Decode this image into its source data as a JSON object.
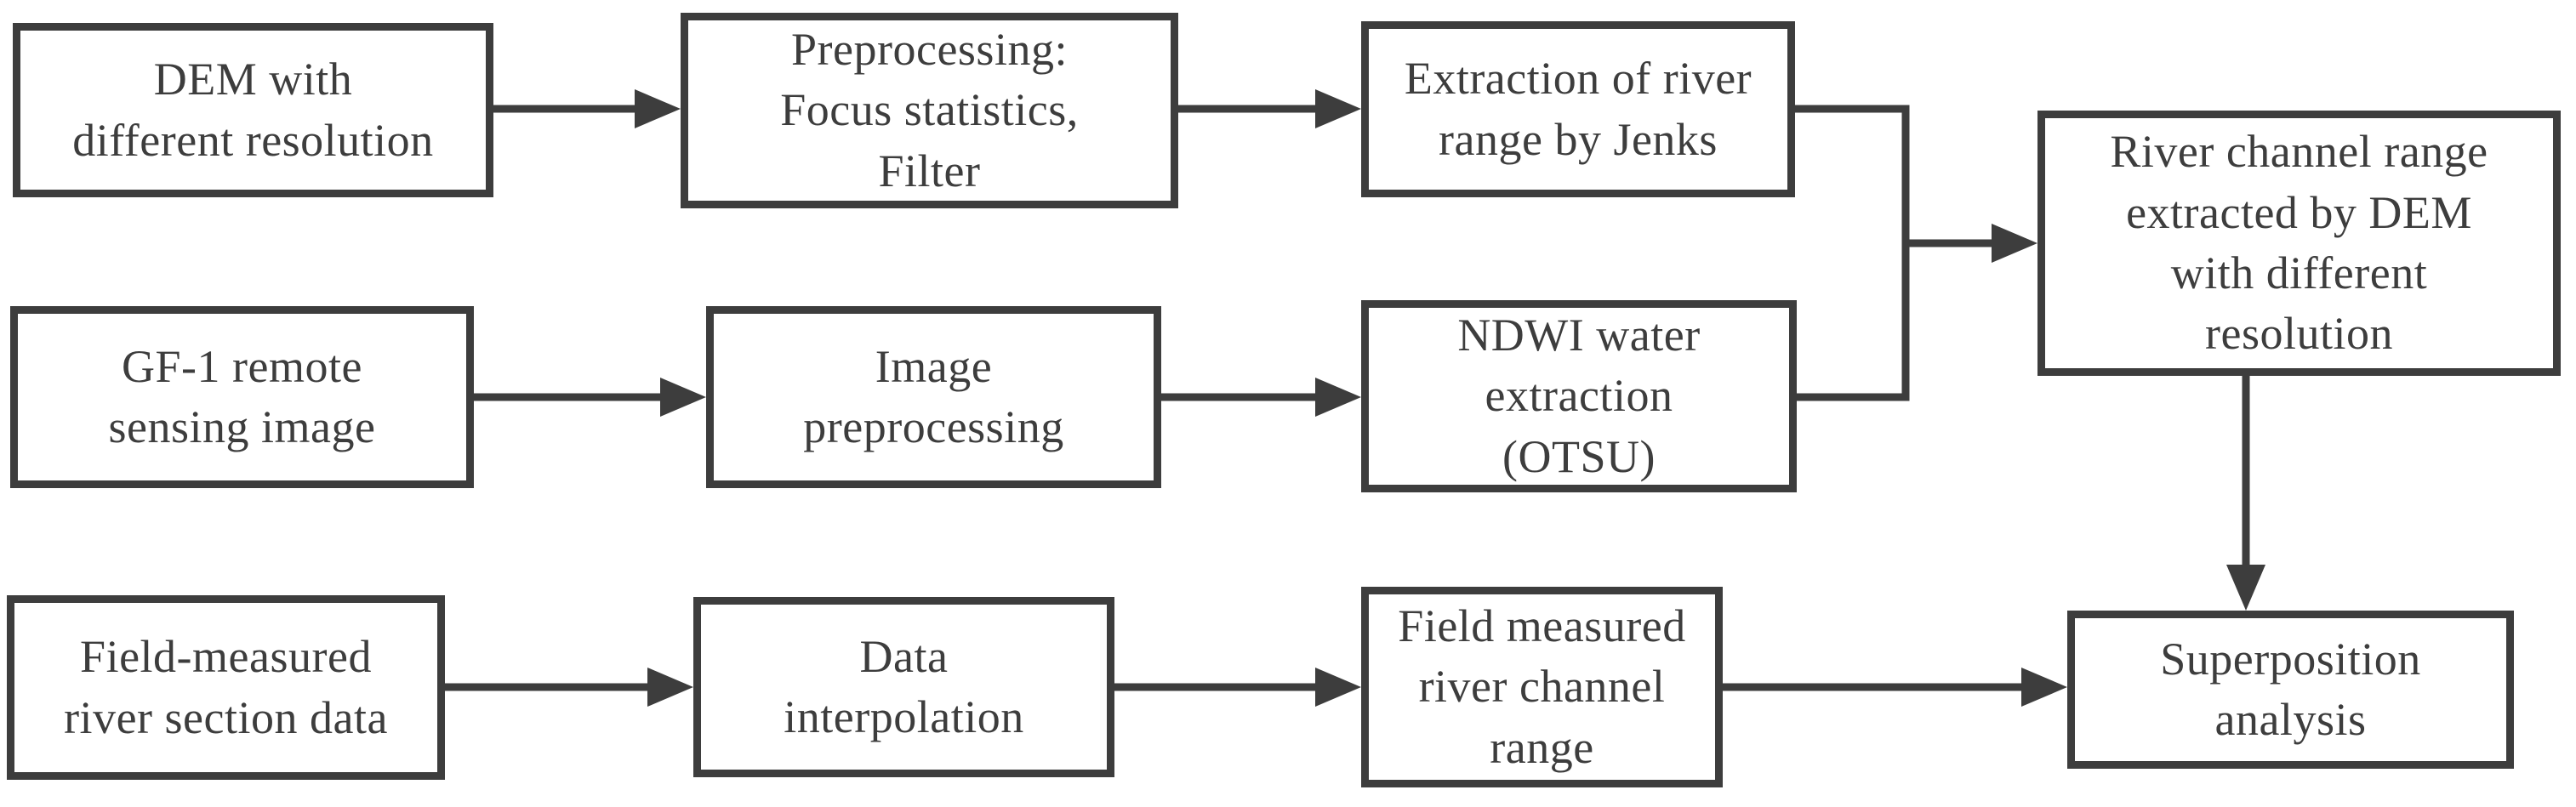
{
  "diagram": {
    "type": "flowchart",
    "background_color": "#ffffff",
    "line_color": "#3d3d3d",
    "text_color": "#3d3d3d",
    "boxes": [
      {
        "id": "dem-input",
        "label": "DEM with\ndifferent resolution"
      },
      {
        "id": "dem-preprocessing",
        "label": "Preprocessing:\nFocus statistics,\nFilter"
      },
      {
        "id": "jenks-extraction",
        "label": "Extraction of river\nrange by Jenks"
      },
      {
        "id": "gf1-image",
        "label": "GF-1 remote\nsensing image"
      },
      {
        "id": "image-preprocessing",
        "label": "Image\npreprocessing"
      },
      {
        "id": "ndwi-extraction",
        "label": "NDWI water\nextraction\n(OTSU)"
      },
      {
        "id": "field-section-data",
        "label": "Field-measured\nriver section data"
      },
      {
        "id": "data-interpolation",
        "label": "Data\ninterpolation"
      },
      {
        "id": "field-channel-range",
        "label": "Field measured\nriver channel\nrange"
      },
      {
        "id": "dem-channel-range",
        "label": "River channel range\nextracted by DEM\nwith different\nresolution"
      },
      {
        "id": "superposition-analysis",
        "label": "Superposition\nanalysis"
      }
    ],
    "connections": [
      "dem-input -> dem-preprocessing",
      "dem-preprocessing -> jenks-extraction",
      "gf1-image -> image-preprocessing",
      "image-preprocessing -> ndwi-extraction",
      "jenks-extraction -> dem-channel-range",
      "ndwi-extraction -> dem-channel-range",
      "field-section-data -> data-interpolation",
      "data-interpolation -> field-channel-range",
      "field-channel-range -> superposition-analysis",
      "dem-channel-range -> superposition-analysis"
    ]
  }
}
